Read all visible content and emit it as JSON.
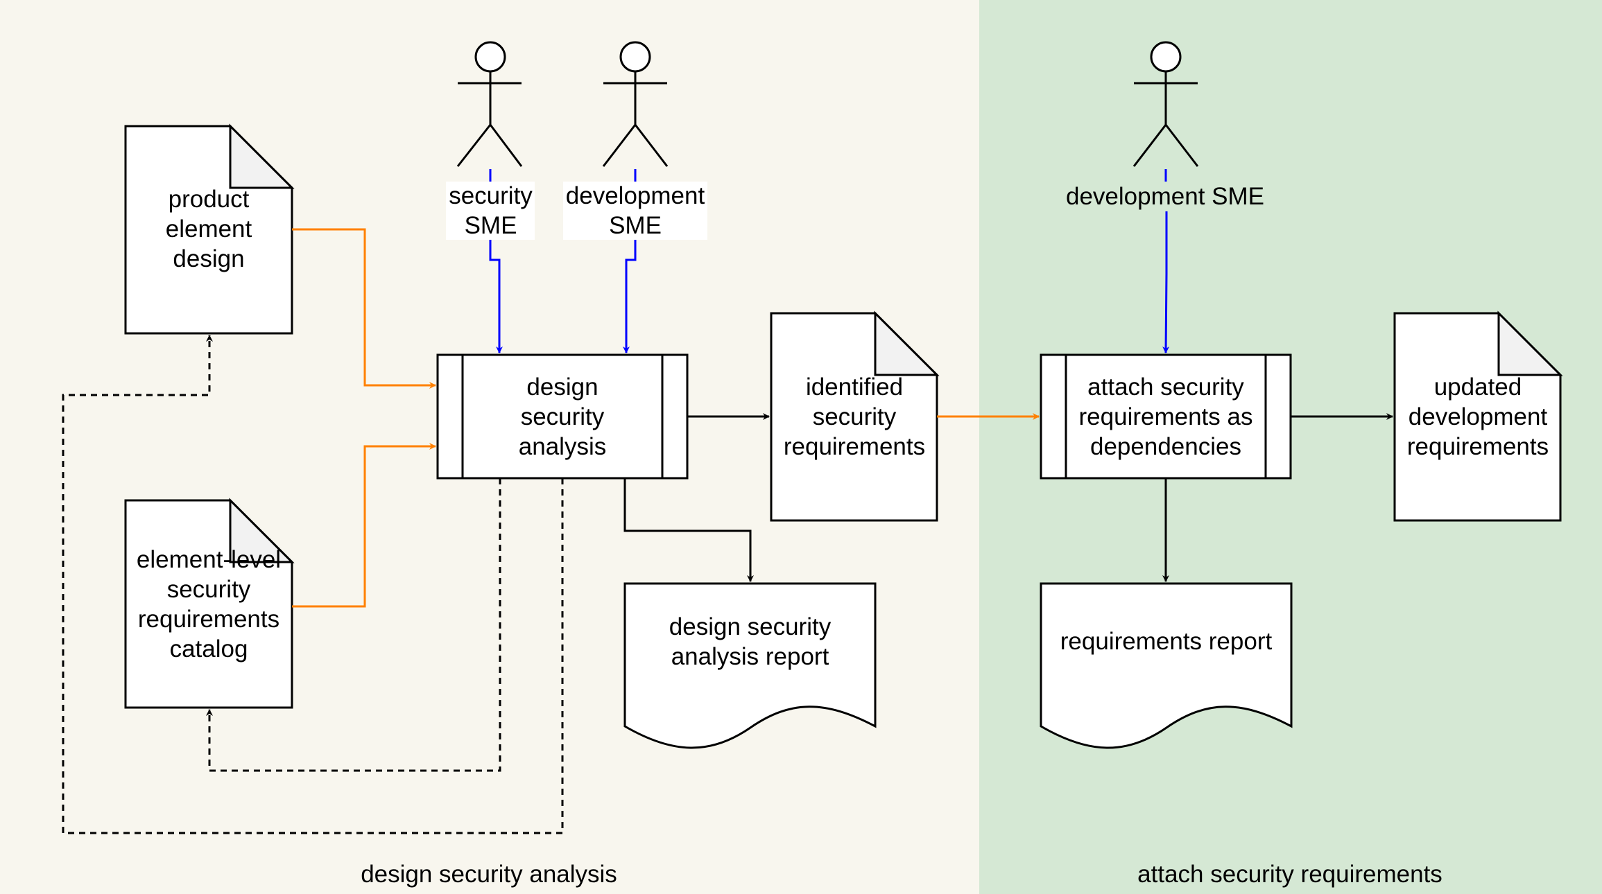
{
  "regions": {
    "left": {
      "label": "design security analysis",
      "fill": "#f8f6ee"
    },
    "right": {
      "label": "attach security requirements",
      "fill": "#d5e8d4"
    }
  },
  "actors": {
    "security_sme": "security\nSME",
    "development_sme_left": "development\nSME",
    "development_sme_right": "development SME"
  },
  "documents": {
    "product_element_design": "product\nelement\ndesign",
    "element_level_catalog": "element-level\nsecurity\nrequirements\ncatalog",
    "identified_security_requirements": "identified\nsecurity\nrequirements",
    "updated_development_requirements": "updated\ndevelopment\nrequirements"
  },
  "processes": {
    "design_security_analysis": "design\nsecurity\nanalysis",
    "attach_security_requirements": "attach security\nrequirements as\ndependencies"
  },
  "reports": {
    "design_security_analysis_report": "design security\nanalysis report",
    "requirements_report": "requirements report"
  },
  "colors": {
    "input_arrow": "#ff8000",
    "actor_arrow": "#0000ff",
    "output_arrow": "#000000",
    "stroke": "#000000",
    "doc_fold": "#f2f2f2"
  }
}
